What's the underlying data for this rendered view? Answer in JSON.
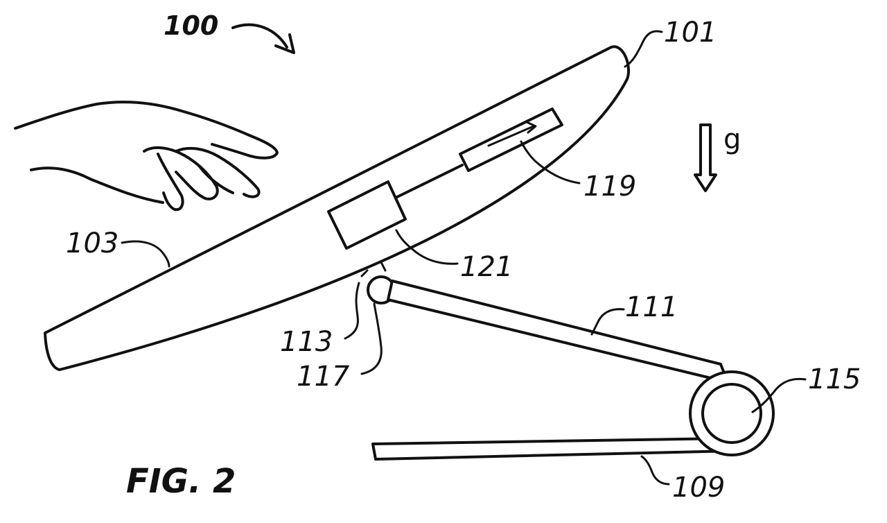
{
  "figure": {
    "title": "FIG. 2",
    "assembly_ref": "100",
    "gravity_symbol": "g",
    "labels": {
      "r101": "101",
      "r103": "103",
      "r109": "109",
      "r111": "111",
      "r113": "113",
      "r115": "115",
      "r117": "117",
      "r119": "119",
      "r121": "121"
    }
  }
}
